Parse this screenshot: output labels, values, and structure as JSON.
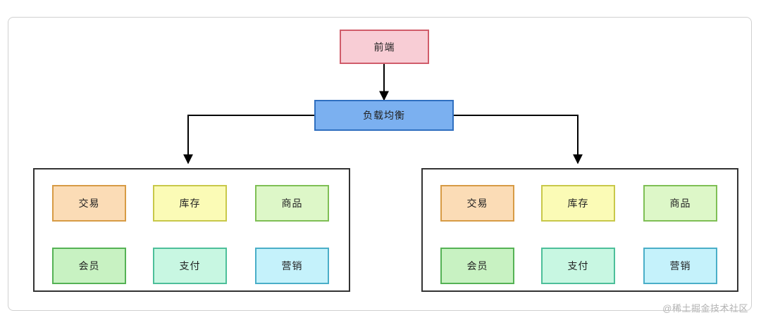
{
  "diagram": {
    "title": "",
    "watermark": "@稀土掘金技术社区",
    "colors": {
      "frontend_fill": "#f8cdd5",
      "frontend_stroke": "#d05c6a",
      "lb_fill": "#7bb0f0",
      "lb_stroke": "#2f6fc0",
      "trade_fill": "#fbdcb6",
      "trade_stroke": "#d79b45",
      "stock_fill": "#fbfbb6",
      "stock_stroke": "#c8c84a",
      "goods_fill": "#ddf7c8",
      "goods_stroke": "#7fbf55",
      "member_fill": "#c8f2c2",
      "member_stroke": "#55b255",
      "pay_fill": "#c8f7e2",
      "pay_stroke": "#4dbf9a",
      "market_fill": "#c5f2fb",
      "market_stroke": "#4aaec8",
      "group_stroke": "#333333",
      "edge": "#000000",
      "frame": "#d0d0d0",
      "watermark": "#b3b3b3"
    },
    "top_nodes": [
      {
        "id": "frontend",
        "label": "前端"
      },
      {
        "id": "load_balancer",
        "label": "负载均衡"
      }
    ],
    "groups": [
      {
        "id": "group-left",
        "label": "",
        "services": [
          {
            "id": "trade",
            "label": "交易"
          },
          {
            "id": "stock",
            "label": "库存"
          },
          {
            "id": "goods",
            "label": "商品"
          },
          {
            "id": "member",
            "label": "会员"
          },
          {
            "id": "pay",
            "label": "支付"
          },
          {
            "id": "market",
            "label": "营销"
          }
        ]
      },
      {
        "id": "group-right",
        "label": "",
        "services": [
          {
            "id": "trade",
            "label": "交易"
          },
          {
            "id": "stock",
            "label": "库存"
          },
          {
            "id": "goods",
            "label": "商品"
          },
          {
            "id": "member",
            "label": "会员"
          },
          {
            "id": "pay",
            "label": "支付"
          },
          {
            "id": "market",
            "label": "营销"
          }
        ]
      }
    ],
    "edges": [
      {
        "from": "frontend",
        "to": "load_balancer"
      },
      {
        "from": "load_balancer",
        "to": "group-left"
      },
      {
        "from": "load_balancer",
        "to": "group-right"
      }
    ]
  }
}
